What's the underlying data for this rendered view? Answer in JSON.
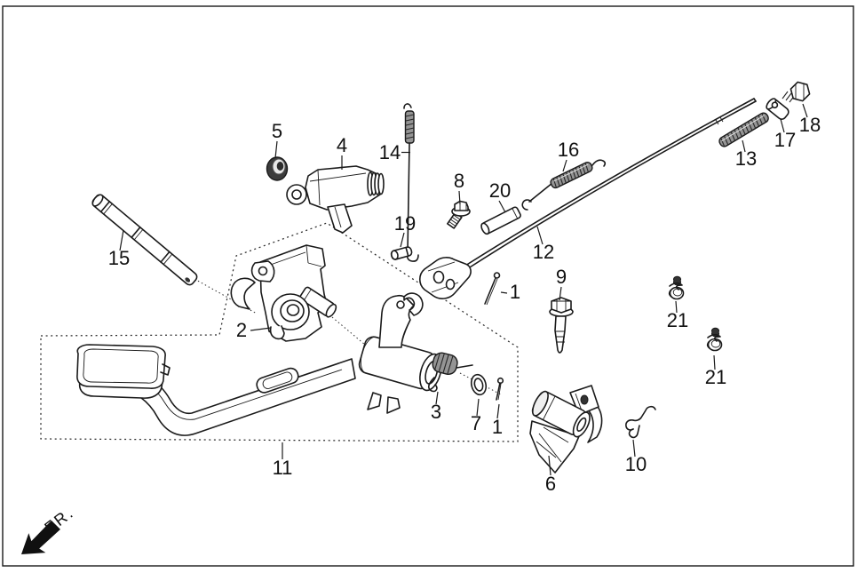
{
  "colors": {
    "line": "#1a1a1a",
    "background": "#ffffff",
    "spring_fill": "#949494",
    "grommet_fill": "#3c3c3c"
  },
  "front_marker": {
    "label": "FR."
  },
  "callouts": [
    {
      "part_number": "5"
    },
    {
      "part_number": "4"
    },
    {
      "part_number": "14"
    },
    {
      "part_number": "19"
    },
    {
      "part_number": "8"
    },
    {
      "part_number": "20"
    },
    {
      "part_number": "16"
    },
    {
      "part_number": "13"
    },
    {
      "part_number": "17"
    },
    {
      "part_number": "18"
    },
    {
      "part_number": "12"
    },
    {
      "part_number": "1"
    },
    {
      "part_number": "9"
    },
    {
      "part_number": "21"
    },
    {
      "part_number": "21"
    },
    {
      "part_number": "2"
    },
    {
      "part_number": "15"
    },
    {
      "part_number": "11"
    },
    {
      "part_number": "3"
    },
    {
      "part_number": "7"
    },
    {
      "part_number": "1"
    },
    {
      "part_number": "6"
    },
    {
      "part_number": "10"
    }
  ]
}
